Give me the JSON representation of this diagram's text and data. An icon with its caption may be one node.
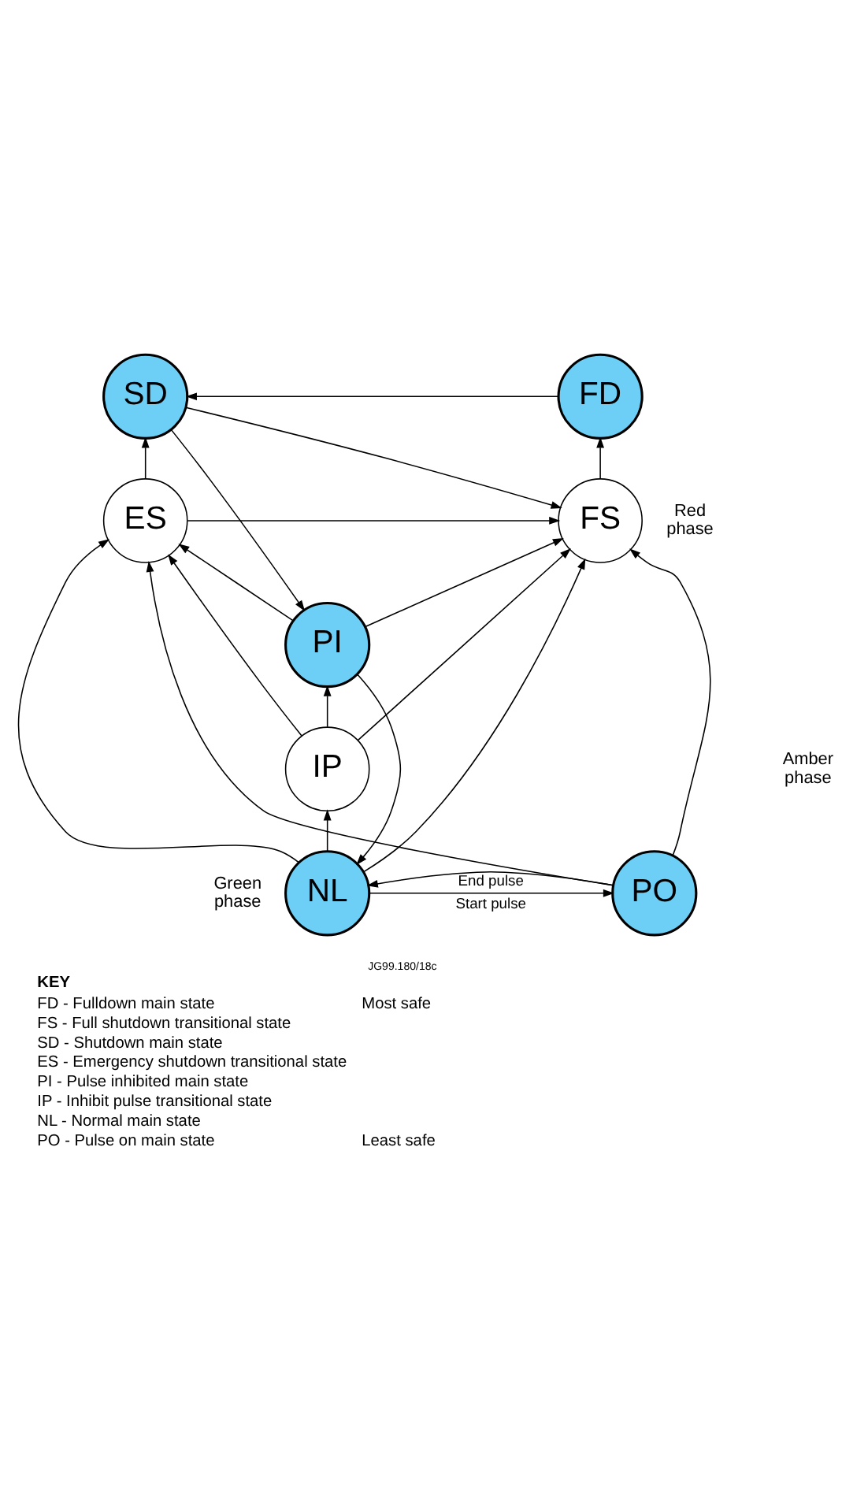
{
  "diagram": {
    "nodes": [
      {
        "text": [
          "SD"
        ]
      },
      {
        "text": [
          "FD"
        ]
      },
      {
        "text": [
          "ES"
        ]
      },
      {
        "text": [
          "FS"
        ]
      },
      {
        "text": [
          "PI"
        ]
      },
      {
        "text": [
          "IP"
        ]
      },
      {
        "text": [
          "NL"
        ]
      },
      {
        "text": [
          "PO"
        ]
      }
    ],
    "edges": [
      {
        "from": 1,
        "to": 0,
        "arrow": "to"
      },
      {
        "from": 0,
        "to": 3,
        "arrow": "to"
      },
      {
        "from": 0,
        "to": 4,
        "arrow": "to"
      },
      {
        "from": 2,
        "to": 0,
        "arrow": "to"
      },
      {
        "from": 3,
        "to": 1,
        "arrow": "to"
      },
      {
        "from": 2,
        "to": 3,
        "arrow": "to"
      },
      {
        "from": 4,
        "to": 2,
        "arrow": "to"
      },
      {
        "from": 4,
        "to": 3,
        "arrow": "to"
      },
      {
        "from": 4,
        "to": 6,
        "arrow": "to"
      },
      {
        "from": 5,
        "to": 4,
        "arrow": "to"
      },
      {
        "from": 5,
        "to": 2,
        "arrow": "to"
      },
      {
        "from": 5,
        "to": 3,
        "arrow": "to"
      },
      {
        "from": 6,
        "to": 5,
        "arrow": "to"
      },
      {
        "from": 6,
        "to": 2,
        "arrow": "to"
      },
      {
        "from": 6,
        "to": 3,
        "arrow": "to"
      },
      {
        "from": 6,
        "to": 7,
        "arrow": "to",
        "label": "Start pulse"
      },
      {
        "from": 7,
        "to": 6,
        "arrow": "to",
        "label": "End pulse"
      },
      {
        "from": 7,
        "to": 2,
        "arrow": "to"
      },
      {
        "from": 7,
        "to": 3,
        "arrow": "to"
      }
    ],
    "labels": [
      "Red phase",
      "Amber phase",
      "Green phase",
      "JG99.180/18c",
      "KEY",
      "FD - Fulldown main state",
      "FS - Full shutdown transitional state",
      "SD - Shutdown main state",
      "ES - Emergency shutdown transitional state",
      "PI - Pulse inhibited main state",
      "IP - Inhibit pulse transitional state",
      "NL - Normal main state",
      "PO - Pulse on main state",
      "Most safe",
      "Least safe"
    ]
  }
}
